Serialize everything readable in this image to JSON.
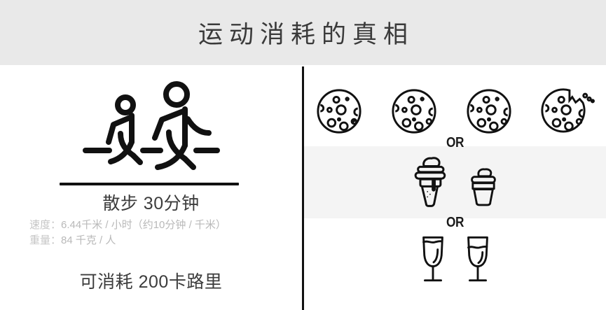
{
  "header": {
    "title": "运动消耗的真相",
    "background_color": "#e9e9e9"
  },
  "left_panel": {
    "activity_icon": "walking-people-icon",
    "activity": "散步 30分钟",
    "details": [
      {
        "label": "速度：",
        "value": "6.44千米 / 小时（约10分钟 / 千米）"
      },
      {
        "label": "重量：",
        "value": "84 千克 / 人"
      }
    ],
    "result": "可消耗 200卡路里",
    "text_color": "#3c3c3c",
    "detail_color": "#b9b9b9"
  },
  "right_panel": {
    "or_label_1": "OR",
    "or_label_2": "OR",
    "band_color": "#f4f4f4",
    "rows": [
      {
        "name": "cookies",
        "items": [
          {
            "icon": "cookie-icon"
          },
          {
            "icon": "cookie-icon"
          },
          {
            "icon": "cookie-icon"
          },
          {
            "icon": "cookie-bitten-icon"
          }
        ]
      },
      {
        "name": "ice-cream",
        "items": [
          {
            "icon": "ice-cream-cone-icon"
          },
          {
            "icon": "ice-cream-cup-icon"
          }
        ]
      },
      {
        "name": "wine",
        "items": [
          {
            "icon": "wine-glass-icon"
          },
          {
            "icon": "wine-glass-icon"
          }
        ]
      }
    ]
  },
  "colors": {
    "ink": "#111111",
    "page_background": "#ffffff"
  }
}
